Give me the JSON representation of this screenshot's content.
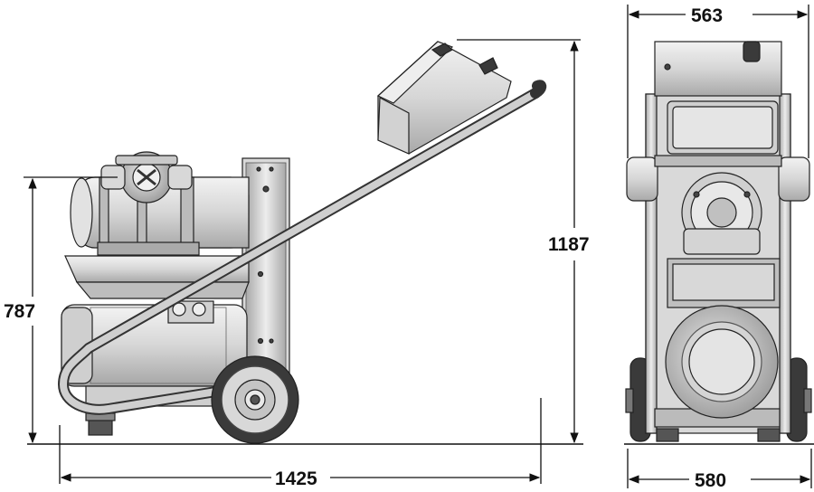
{
  "dimensions": {
    "overall_length": "1425",
    "overall_height": "1187",
    "pump_inlet_height": "787",
    "frame_width_top": "563",
    "wheel_track_width": "580"
  },
  "colors": {
    "line": "#222222",
    "metal_light": "#e6e6e6",
    "metal_mid": "#c8c8c8",
    "metal_dark": "#8e8e8e",
    "tire": "#3a3a3a"
  }
}
